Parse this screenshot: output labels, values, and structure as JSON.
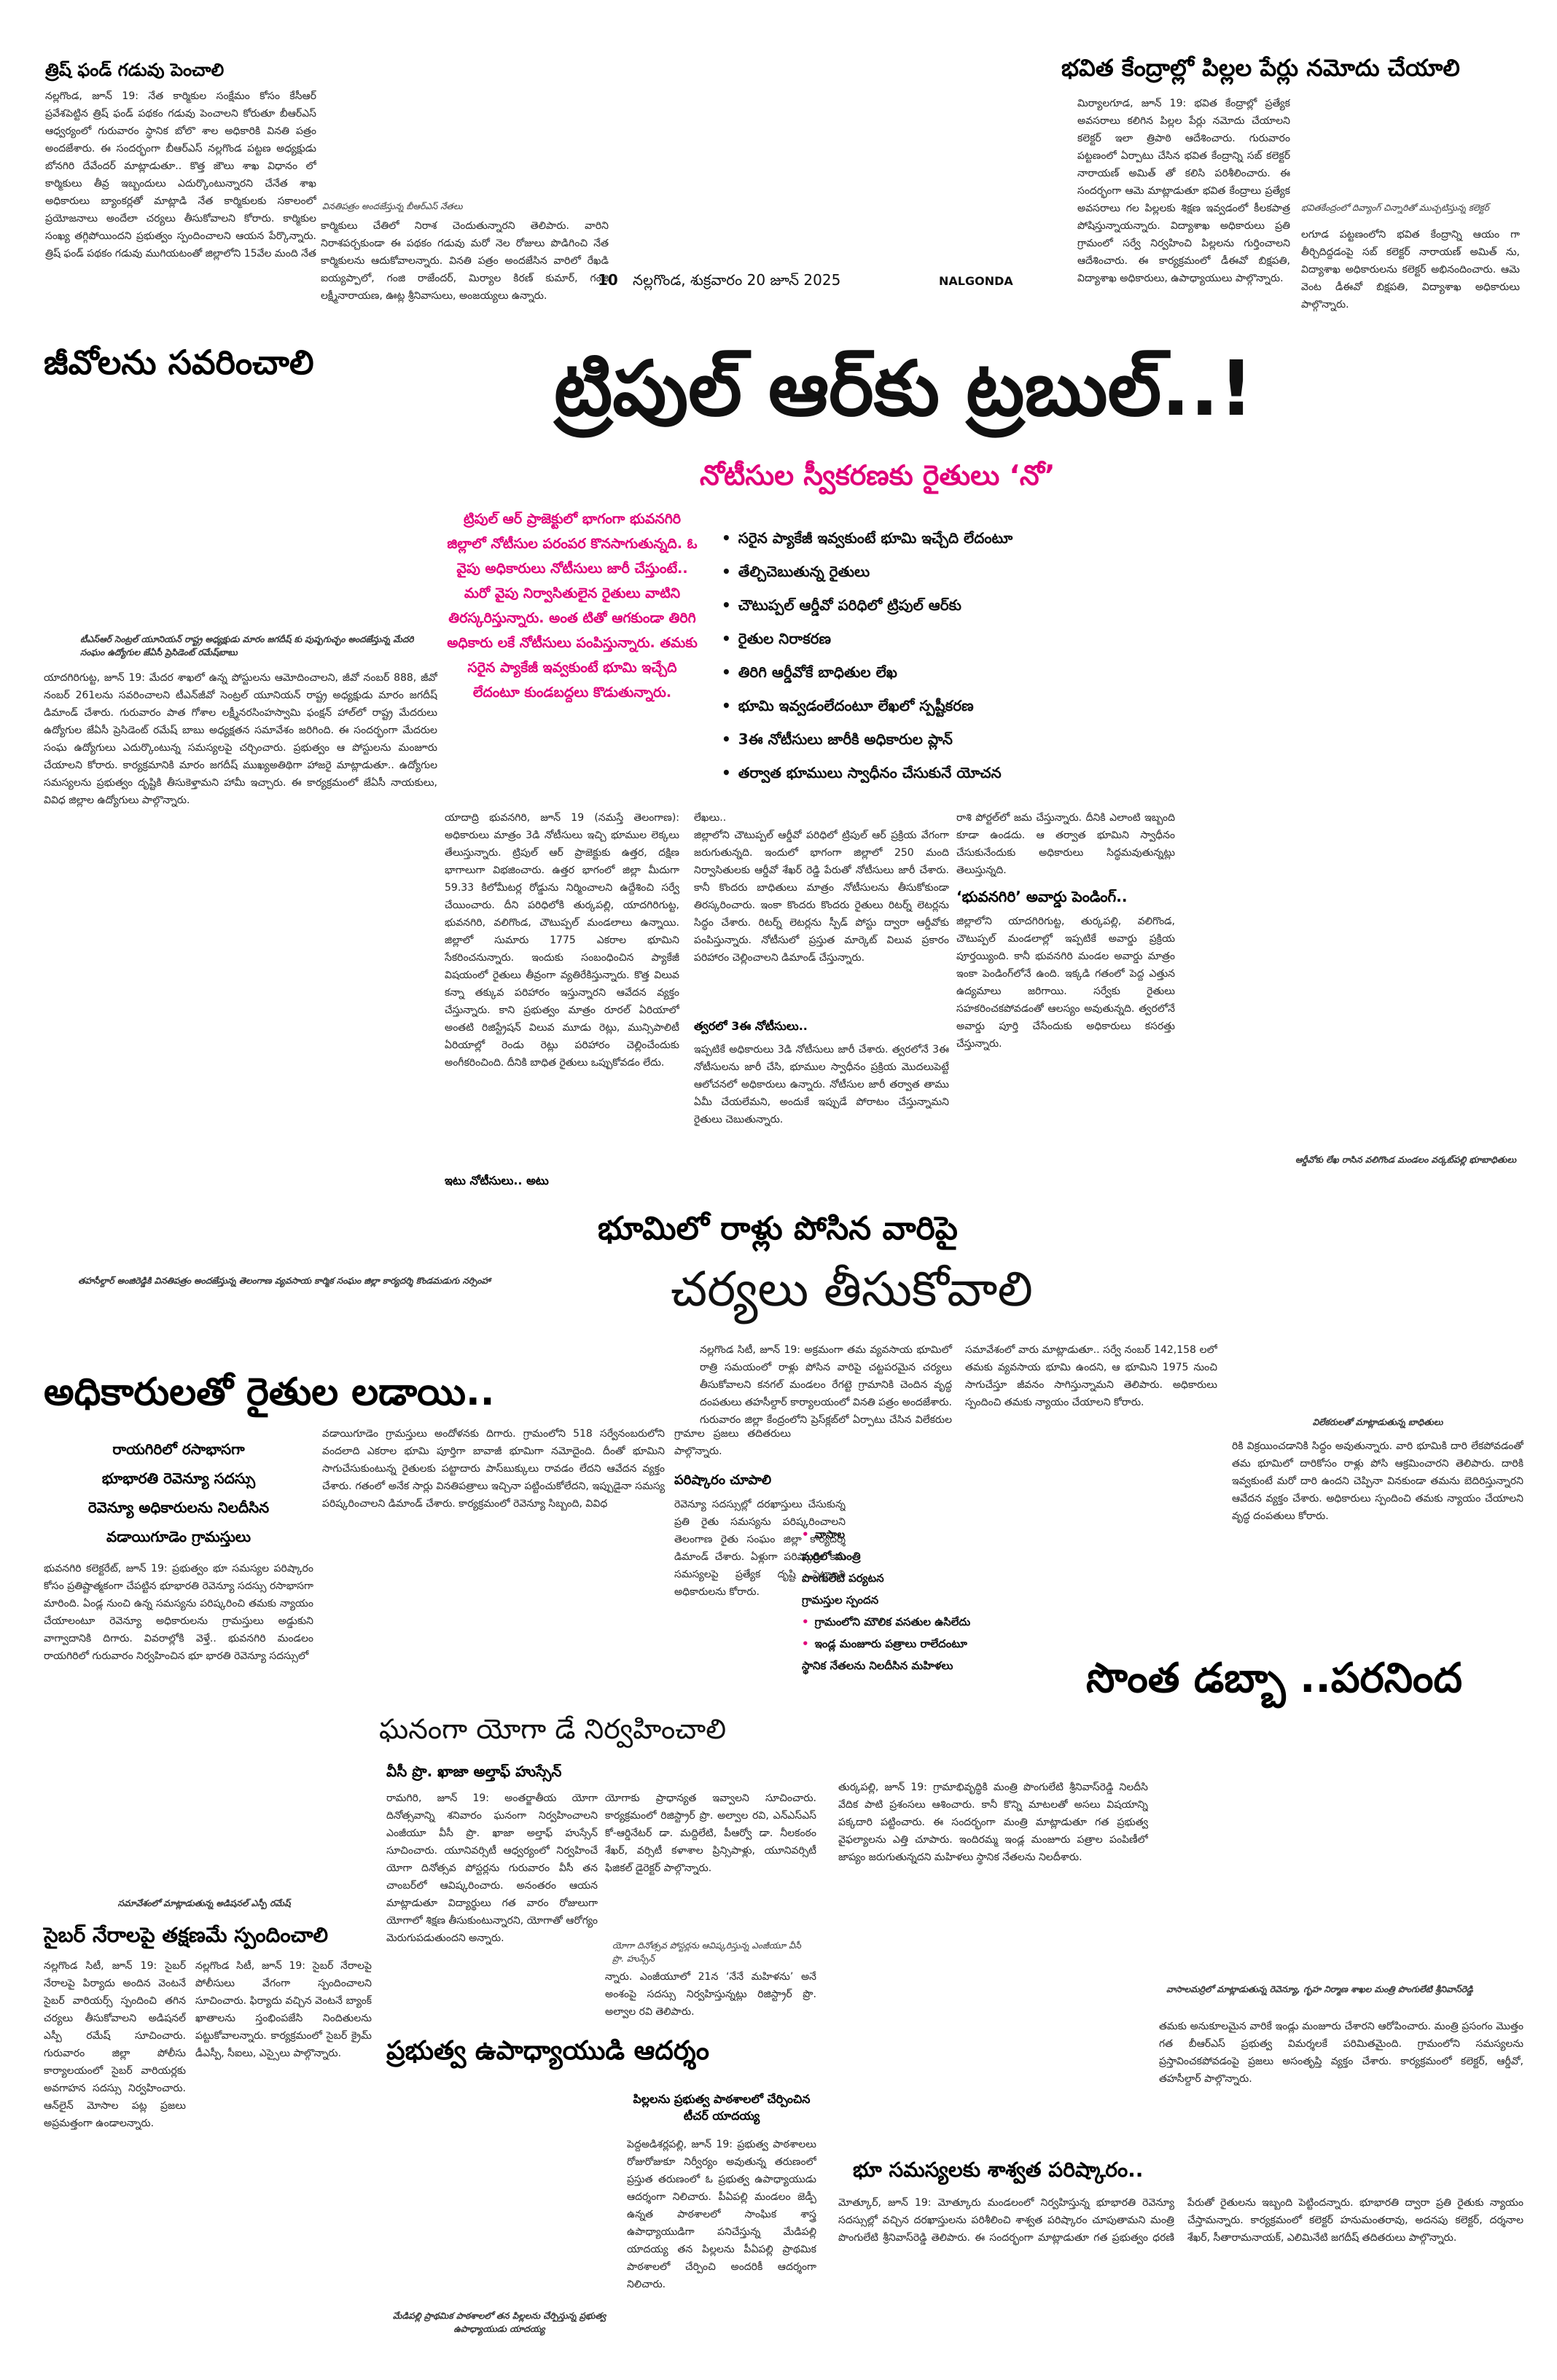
{
  "masthead": {
    "page_number": "10",
    "dateline": "నల్లగొండ, శుక్రవారం 20 జూన్ 2025",
    "edition": "NALGONDA"
  },
  "top_left": {
    "headline": "త్రిష్ ఫండ్ గడువు పెంచాలి",
    "body": "నల్లగొండ, జూన్ 19: నేత కార్మికుల సంక్షేమం కోసం కేసీఆర్ ప్రవేశపెట్టిన త్రిష్ ఫండ్ పథకం గడువు పెంచాలని కోరుతూ బీఆర్ఎస్ ఆధ్వర్యంలో గురువారం స్థానిక బోలొ శాల అధికారికి వినతి పత్రం అందజేశారు. ఈ సందర్భంగా బీఆర్ఎస్ నల్లగొండ పట్టణ అధ్యక్షుడు బోనగిరి దేవేందర్ మాట్లాడుతూ.. కొత్త జౌలు శాఖ విధానం లో కార్మికులు తీవ్ర ఇబ్బందులు ఎదుర్కొంటున్నారని చేనేత శాఖ అధికారులు బ్యాంకర్లతో మాట్లాడి నేత కార్మికులకు సకాలంలో ప్రయోజనాలు అందేలా చర్యలు తీసుకోవాలని కోరారు. కార్మికుల సంఖ్య తగ్గిపోయిందని ప్రభుత్వం స్పందించాలని ఆయన పేర్కొన్నారు. త్రిష్ ఫండ్ పథకం గడువు ముగియటంతో జిల్లాలోని 15వేల మంది నేత",
    "photo_caption": "వినతిపత్రం అందజేస్తున్న బీఆర్ఎస్ నేతలు",
    "body2": "కార్మికులు చేతిలో నిరాశ చెందుతున్నారని తెలిపారు. వారిని నిరాశపర్చకుండా ఈ పథకం గడువు మరో నెల రోజులు పొడిగించి నేత కార్మికులను ఆదుకోవాలన్నారు. వినతి పత్రం అందజేసిన వారిలో రేఖడి ఐయ్యప్పాలో, గంజి రాజేందర్, మిర్యాల కిరణ్ కుమార్, గంజి లక్ష్మీనారాయణ, ఊట్ల శ్రీనివాసులు, అంజయ్యలు ఉన్నారు."
  },
  "top_right": {
    "headline": "భవిత కేంద్రాల్లో పిల్లల పేర్లు నమోదు చేయాలి",
    "body": "మిర్యాలగూడ, జూన్ 19: భవిత కేంద్రాల్లో ప్రత్యేక అవసరాలు కలిగిన పిల్లల పేర్లు నమోదు చేయాలని కలెక్టర్ ఇలా త్రిపాఠి ఆదేశించారు. గురువారం పట్టణంలో ఏర్పాటు చేసిన భవిత కేంద్రాన్ని సబ్ కలెక్టర్ నారాయణ్ అమిత్ తో కలిసి పరిశీలించారు. ఈ సందర్భంగా ఆమె మాట్లాడుతూ భవిత కేంద్రాలు ప్రత్యేక అవసరాలు గల పిల్లలకు శిక్షణ ఇవ్వడంలో కీలకపాత్ర పోషిస్తున్నాయన్నారు. విద్యాశాఖ అధికారులు ప్రతి గ్రామంలో సర్వే నిర్వహించి పిల్లలను గుర్తించాలని ఆదేశించారు. ఈ కార్యక్రమంలో డీఈవో బిక్షపతి, విద్యాశాఖ అధికారులు, ఉపాధ్యాయులు పాల్గొన్నారు.",
    "photo_caption": "భవితకేంద్రంలో దివ్యాంగ్ చిన్నారితో ముచ్చటిస్తున్న కలెక్టర్",
    "body2": "లగూడ పట్టణంలోని భవిత కేంద్రాన్ని ఆయం గా తీర్చిదిద్దడంపై సబ్ కలెక్టర్ నారాయణ్ అమిత్ ను, విద్యాశాఖ అధికారులను కలెక్టర్ అభినందించారు. ఆమె వెంట డీఈవో బిక్షపతి, విద్యాశాఖ అధికారులు పాల్గొన్నారు."
  },
  "lead": {
    "kicker": "జీవోలను సవరించాలి",
    "headline": "ట్రిపుల్ ఆర్‌కు ట్రబుల్..!",
    "subhead": "నోటీసుల స్వీకరణకు రైతులు ‘నో’",
    "pink_box": "ట్రిపుల్ ఆర్ ప్రాజెక్టులో భాగంగా భువనగిరి జిల్లాలో నోటీసుల పరంపర కొనసాగుతున్నది. ఓ వైపు అధికారులు నోటీసులు జారీ చేస్తుంటే.. మరో వైపు నిర్వాసితులైన రైతులు వాటిని తిరస్కరిస్తున్నారు. అంత టితో ఆగకుండా తిరిగి అధికారు లకే నోటీసులు పంపిస్తున్నారు. తమకు సరైన ప్యాకేజీ ఇవ్వకుంటే భూమి ఇచ్చేది లేదంటూ కుండబద్దలు కొడుతున్నారు.",
    "bullets": [
      "సరైన ప్యాకేజీ ఇవ్వకుంటే భూమి ఇచ్చేది లేదంటూ",
      "తేల్చిచెబుతున్న రైతులు",
      "చౌటుప్పల్ ఆర్డీవో పరిధిలో ట్రిపుల్ ఆర్‌కు",
      "రైతుల నిరాకరణ",
      "తిరిగి ఆర్డీవోకే బాధితుల లేఖ",
      "భూమి ఇవ్వడంలేదంటూ లేఖలో స్పష్టీకరణ",
      "3ఈ నోటీసులు జారీకి అధికారుల ప్లాన్",
      "తర్వాత భూములు స్వాధీనం చేసుకునే యోచన"
    ],
    "col1": "యాదాద్రి భువనగిరి, జూన్ 19 (నమస్తే తెలంగాణ): అధికారులు మాత్రం 3డి నోటీసులు ఇచ్చి భూముల లెక్కలు తేలుస్తున్నారు. ట్రిపుల్ ఆర్ ప్రాజెక్టుకు ఉత్తర, దక్షిణ భాగాలుగా విభజించారు. ఉత్తర భాగంలో జిల్లా మీదుగా 59.33 కిలోమీటర్ల రోడ్డును నిర్మించాలని ఉద్దేశించి సర్వే చేయించారు. దీని పరిధిలోకి తుర్కపల్లి, యాదగిరిగుట్ట, భువనగిరి, వలిగొండ, చౌటుప్పల్ మండలాలు ఉన్నాయి. జిల్లాలో సుమారు 1775 ఎకరాల భూమిని సేకరించనున్నారు. ఇందుకు సంబంధించిన ప్యాకేజీ విషయంలో రైతులు తీవ్రంగా వ్యతిరేకిస్తున్నారు. కొత్త విలువ కన్నా తక్కువ పరిహారం ఇస్తున్నారని ఆవేదన వ్యక్తం చేస్తున్నారు. కాని ప్రభుత్వం మాత్రం రూరల్ ఏరియాలో అంతటి రిజిస్ట్రేషన్ విలువ మూడు రెట్లు, మున్సిపాలిటీ ఏరియాల్లో రెండు రెట్లు పరిహారం చెల్లించేందుకు అంగీకరించింది. దీనికి బాధిత రైతులు ఒప్పుకోవడం లేదు.",
    "col1_sub": "ఇటు నోటీసులు.. అటు",
    "col2": "లేఖలు..\nజిల్లాలోని చౌటుప్పల్ ఆర్డీవో పరిధిలో ట్రిపుల్ ఆర్ ప్రక్రియ వేగంగా జరుగుతున్నది. ఇందులో భాగంగా జిల్లాలో 250 మంది నిర్వాసితులకు ఆర్డీవో శేఖర్ రెడ్డి పేరుతో నోటీసులు జారీ చేశారు. కానీ కొందరు బాధితులు మాత్రం నోటీసులను తీసుకోకుండా తిరస్కరించారు. ఇంకా కొందరు కొందరు రైతులు రిటర్న్ లెటర్లను సిద్ధం చేశారు. రిటర్న్ లెటర్లను స్పీడ్ పోస్టు ద్వారా ఆర్డీవోకు పంపిస్తున్నారు. నోటీసులో ప్రస్తుత మార్కెట్ విలువ ప్రకారం పరిహారం చెల్లించాలని డిమాండ్ చేస్తున్నారు.",
    "col2_sub": "త్వరలో 3ఈ నోటీసులు..",
    "col2b": "ఇప్పటికే అధికారులు 3డి నోటీసులు జారీ చేశారు. త్వరలోనే 3ఈ నోటీసులను జారీ చేసి, భూముల స్వాధీనం ప్రక్రియ మొదలుపెట్టే ఆలోచనలో అధికారులు ఉన్నారు. నోటీసుల జారీ తర్వాత తాము ఏమీ చేయలేమని, అందుకే ఇప్పుడే పోరాటం చేస్తున్నామని రైతులు చెబుతున్నారు.",
    "col3": "రాశి పోర్టల్‌లో జమ చేస్తున్నారు. దీనికి ఎలాంటి ఇబ్బంది కూడా ఉండదు. ఆ తర్వాత భూమిని స్వాధీనం చేసుకునేందుకు అధికారులు సిద్ధమవుతున్నట్లు తెలుస్తున్నది.",
    "col3_sub": "‘భువనగిరి’ అవార్డు పెండింగ్..",
    "col3b": "జిల్లాలోని యాదగిరిగుట్ట, తుర్కపల్లి, వలిగొండ, చౌటుప్పల్ మండలాల్లో ఇప్పటికే అవార్డు ప్రక్రియ పూర్తయ్యింది. కానీ భువనగిరి మండల అవార్డు మాత్రం ఇంకా పెండింగ్‌లోనే ఉంది. ఇక్కడి గతంలో పెద్ద ఎత్తున ఉద్యమాలు జరిగాయి. సర్వేకు రైతులు సహకరించకపోవడంతో ఆలస్యం అవుతున్నది. త్వరలోనే అవార్డు పూర్తి చేసేందుకు అధికారులు కసరత్తు చేస్తున్నారు.",
    "col3_caption": "ఆర్డీవోకు లేఖ రాసిన వలిగొండ మండలం వర్కట్‌పల్లి భూబాధితులు",
    "left_caption": "టీఎస్‌ఆర్ సెంట్రల్ యూనియన్ రాష్ట్ర అధ్యక్షుడు మారం జగదీష్ కు పుష్పగుచ్ఛం అందజేస్తున్న మేదరి సంఘం ఉద్యోగుల జేఏసీ ప్రెసిడెంట్ రమేష్‌బాబు",
    "left_body": "యాదగిరిగుట్ట, జూన్ 19: మేదర శాఖలో ఉన్న పోస్టులను ఆమోదించాలని, జీవో నంబర్ 888, జీవో నంబర్ 261లను సవరించాలని టీఎన్‌జీవో సెంట్రల్ యూనియన్ రాష్ట్ర అధ్యక్షుడు మారం జగదీష్ డిమాండ్ చేశారు. గురువారం పాత గోశాల లక్ష్మీనరసింహస్వామి ఫంక్షన్ హాల్‌లో రాష్ట్ర మేదరులు ఉద్యోగుల జేఏసీ ప్రెసిడెంట్ రమేష్ బాబు అధ్యక్షతన సమావేశం జరిగింది. ఈ సందర్భంగా మేదరుల సంఘ ఉద్యోగులు ఎదుర్కొంటున్న సమస్యలపై చర్చించారు. ప్రభుత్వం ఆ పోస్టులను మంజూరు చేయాలని కోరారు. కార్యక్రమానికి మారం జగదీష్ ముఖ్యఅతిథిగా హాజరై మాట్లాడుతూ.. ఉద్యోగుల సమస్యలను ప్రభుత్వం దృష్టికి తీసుకెళ్తామని హామీ ఇచ్చారు. ఈ కార్యక్రమంలో జేఏసీ నాయకులు, వివిధ జిల్లాల ఉద్యోగులు పాల్గొన్నారు."
  },
  "mid_story": {
    "headline_line1": "భూమిలో రాళ్లు పోసిన వారిపై",
    "headline_line2": "చర్యలు తీసుకోవాలి",
    "photo_caption": "తహసీల్దార్ అంజిరెడ్డికి వినతిపత్రం అందజేస్తున్న తెలంగాణ వ్యవసాయ కార్మిక సంఘం జిల్లా కార్యదర్శి కొండమడుగు నర్సింహా",
    "body": "నల్లగొండ సిటీ, జూన్ 19: అక్రమంగా తమ వ్యవసాయ భూమిలో రాత్రి సమయంలో రాళ్లు పోసిన వారిపై చట్టపరమైన చర్యలు తీసుకోవాలని కనగల్ మండలం రేగట్టె గ్రామానికి చెందిన వృద్ధ దంపతులు తహసీల్దార్ కార్యాలయంలో వినతి పత్రం అందజేశారు. గురువారం జిల్లా కేంద్రంలోని ప్రెస్‌క్లబ్‌లో ఏర్పాటు చేసిన విలేకరుల సమావేశంలో వారు మాట్లాడుతూ.. సర్వే నంబర్ 142,158 లలో తమకు వ్యవసాయ భూమి ఉందని, ఆ భూమిని 1975 నుంచి సాగుచేస్తూ జీవనం సాగిస్తున్నామని తెలిపారు. అధికారులు స్పందించి తమకు న్యాయం చేయాలని కోరారు.",
    "right_caption": "విలేకరులతో మాట్లాడుతున్న బాధితులు",
    "right_body": "రికి విక్రయించడానికి సిద్ధం అవుతున్నారు. వారి భూమికి దారి లేకపోవడంతో తమ భూమిలో దారికోసం రాళ్లు పోసి ఆక్రమించారని తెలిపారు. దారికి ఇవ్వకుంటే మరో దారి ఉందని చెప్పినా వినకుండా తమను బెదిరిస్తున్నారని ఆవేదన వ్యక్తం చేశారు. అధికారులు స్పందించి తమకు న్యాయం చేయాలని వృద్ధ దంపతులు కోరారు."
  },
  "farmers_story": {
    "headline": "అధికారులతో రైతుల లడాయి..",
    "deck": "రాయగిరిలో రసాభాసగా\nభూభారతి రెవెన్యూ సదస్సు\nరెవెన్యూ అధికారులను నిలదీసిన\nవడాయిగూడెం గ్రామస్తులు",
    "col1": "భువనగిరి కలెక్టరేట్, జూన్ 19: ప్రభుత్వం భూ సమస్యల పరిష్కారం కోసం ప్రతిష్టాత్మకంగా చేపట్టిన భూభారతి రెవెన్యూ సదస్సు రసాభాసగా మారింది. ఏండ్ల నుంచి ఉన్న సమస్యను పరిష్కరించి తమకు న్యాయం చేయాలంటూ రెవెన్యూ అధికారులను గ్రామస్తులు అడ్డుకుని వాగ్వాదానికి దిగారు. వివరాల్లోకి వెళ్తే.. భువనగిరి మండలం రాయగిరిలో గురువారం నిర్వహించిన భూ భారతి రెవెన్యూ సదస్సులో",
    "col2": "వడాయిగూడెం గ్రామస్తులు అందోళనకు దిగారు. గ్రామంలోని 518 సర్వేనంబరులోని వందలాది ఎకరాల భూమి పూర్తిగా బావాజీ భూమిగా నమోదైంది. దీంతో భూమిని సాగుచేసుకుంటున్న రైతులకు పట్టాదారు పాస్‌బుక్కులు రావడం లేదని ఆవేదన వ్యక్తం చేశారు. గతంలో అనేక సార్లు వినతిపత్రాలు ఇచ్చినా పట్టించుకోలేదని, ఇప్పుడైనా సమస్య పరిష్కరించాలని డిమాండ్ చేశారు. కార్యక్రమంలో రెవెన్యూ సిబ్బంది, వివిధ",
    "col3": "గ్రామాల ప్రజలు తదితరులు పాల్గొన్నారు.",
    "col3_sub": "పరిష్కారం చూపాలి",
    "col3b": "రెవెన్యూ సదస్సుల్లో దరఖాస్తులు చేసుకున్న ప్రతి రైతు సమస్యను పరిష్కరించాలని తెలంగాణ రైతు సంఘం జిల్లా కార్యదర్శి డిమాండ్ చేశారు. ఏళ్లుగా పరిష్కారం కాని సమస్యలపై ప్రత్యేక దృష్టి పెట్టాలని అధికారులను కోరారు."
  },
  "minister_story": {
    "bullets": [
      "వాసాల",
      "మర్రిలో మంత్రి",
      "పొంగులేటి పర్యటన",
      "గ్రామస్తుల స్పందన",
      "గ్రామంలోని మౌలిక వసతుల ఉసిలేదు",
      "ఇండ్ల మంజూరు పత్రాలు రాలేదంటూ",
      "స్థానిక నేతలను నిలదీసిన మహిళలు"
    ],
    "headline": "సొంత డబ్బా ..పరనింద",
    "body": "తుర్కపల్లి, జూన్ 19: గ్రామాభివృద్ధికి మంత్రి పొంగులేటి శ్రీనివాస్‌రెడ్డి నిలదీసి వేదిక పాటి ప్రశంసలు ఆశించారు. కానీ కొన్ని మాటలతో అసలు విషయాన్ని పక్కదారి పట్టించారు. ఈ సందర్భంగా మంత్రి మాట్లాడుతూ గత ప్రభుత్వ వైఫల్యాలను ఎత్తి చూపారు. ఇందిరమ్మ ఇండ్ల మంజూరు పత్రాల పంపిణీలో జాప్యం జరుగుతున్నదని మహిళలు స్థానిక నేతలను నిలదీశారు.",
    "photo_caption": "వాసాలమర్రిలో మాట్లాడుతున్న రెవెన్యూ, గృహ నిర్మాణ శాఖల మంత్రి పొంగులేటి శ్రీనివాస్‌రెడ్డి",
    "body2": "తమకు అనుకూలమైన వారికే ఇండ్లు మంజూరు చేశారని ఆరోపించారు. మంత్రి ప్రసంగం మొత్తం గత బీఆర్ఎస్ ప్రభుత్వ విమర్శలకే పరిమితమైంది. గ్రామంలోని సమస్యలను ప్రస్తావించకపోవడంపై ప్రజలు అసంతృప్తి వ్యక్తం చేశారు. కార్యక్రమంలో కలెక్టర్, ఆర్డీవో, తహసీల్దార్ పాల్గొన్నారు."
  },
  "land_story": {
    "headline": "భూ సమస్యలకు శాశ్వత పరిష్కారం..",
    "body": "మోత్కూర్, జూన్ 19: మోత్కూరు మండలంలో నిర్వహిస్తున్న భూభారతి రెవెన్యూ సదస్సుల్లో వచ్చిన దరఖాస్తులను పరిశీలించి శాశ్వత పరిష్కారం చూపుతామని మంత్రి పొంగులేటి శ్రీనివాస్‌రెడ్డి తెలిపారు. ఈ సందర్భంగా మాట్లాడుతూ గత ప్రభుత్వం ధరణి పేరుతో రైతులను ఇబ్బంది పెట్టిందన్నారు. భూభారతి ద్వారా ప్రతి రైతుకు న్యాయం చేస్తామన్నారు. కార్యక్రమంలో కలెక్టర్ హనుమంతరావు, అదనపు కలెక్టర్, దర్శనాల శేఖర్, సీతారామనాయక్, ఎలిమినేటి జగదీష్ తదితరులు పాల్గొన్నారు."
  },
  "yoga_story": {
    "headline": "ఘనంగా యోగా డే నిర్వహించాలి",
    "byline": "వీసీ ప్రొ. ఖాజా అల్తాఫ్ హుస్సేన్",
    "body": "రామగిరి, జూన్ 19: అంతర్జాతీయ యోగా దినోత్సవాన్ని శనివారం ఘనంగా నిర్వహించాలని ఎంజీయూ వీసీ ప్రొ. ఖాజా అల్తాఫ్ హుస్సేన్ సూచించారు. యూనివర్సిటీ ఆధ్వర్యంలో నిర్వహించే యోగా దినోత్సవ పోస్టర్లను గురువారం వీసీ తన చాంబర్‌లో ఆవిష్కరించారు. అనంతరం ఆయన మాట్లాడుతూ విద్యార్థులు గత వారం రోజులుగా యోగాలో శిక్షణ తీసుకుంటున్నారని, యోగాతో ఆరోగ్యం మెరుగుపడుతుందని అన్నారు.",
    "body2": "యోగాకు ప్రాధాన్యత ఇవ్వాలని సూచించారు. కార్యక్రమంలో రిజిస్ట్రార్ ప్రొ. అల్వాల రవి, ఎన్‌ఎస్‌ఎస్ కో-ఆర్డినేటర్ డా. మద్దిలేటి, పీఆర్వో డా. నీలకంఠం శేఖర్, వర్సిటీ కళాశాల ప్రిన్సిపాళ్లు, యూనివర్సిటీ ఫిజికల్ డైరెక్టర్ పాల్గొన్నారు.",
    "photo_caption": "యోగా దినోత్సవ పోస్టర్లను ఆవిష్కరిస్తున్న ఎంజీయూ వీసీ ప్రొ. హుస్సేన్",
    "body3": "న్నారు. ఎంజీయూలో 21న ‘నేనే మహిళను’ అనే అంశంపై సదస్సు నిర్వహిస్తున్నట్లు రిజిస్ట్రార్ ప్రొ. అల్వాల రవి తెలిపారు."
  },
  "cyber_story": {
    "photo_caption": "సమావేశంలో మాట్లాడుతున్న అడిషనల్ ఎస్పీ రమేష్",
    "headline": "సైబర్ నేరాలపై తక్షణమే స్పందించాలి",
    "body": "నల్లగొండ సిటీ, జూన్ 19: సైబర్ నేరాలపై పిర్యాదు అందిన వెంటనే సైబర్ వారియర్స్ స్పందించి తగిన చర్యలు తీసుకోవాలని అడిషనల్ ఎస్పీ రమేష్ సూచించారు. గురువారం జిల్లా పోలీసు కార్యాలయంలో సైబర్ వారియర్లకు అవగాహన సదస్సు నిర్వహించారు. ఆన్‌లైన్ మోసాల పట్ల ప్రజలు అప్రమత్తంగా ఉండాలన్నారు.",
    "body2": "నల్లగొండ సిటీ, జూన్ 19: సైబర్ నేరాలపై పోలీసులు వేగంగా స్పందించాలని సూచించారు. ఫిర్యాదు వచ్చిన వెంటనే బ్యాంక్ ఖాతాలను స్తంభింపజేసి నిందితులను పట్టుకోవాలన్నారు. కార్యక్రమంలో సైబర్ క్రైమ్ డీఎస్పీ, సీఐలు, ఎస్సైలు పాల్గొన్నారు."
  },
  "teacher_story": {
    "headline": "ప్రభుత్వ ఉపాధ్యాయుడి ఆదర్శం",
    "deck": "పిల్లలను ప్రభుత్వ పాఠశాలలో చేర్పించిన టీచర్ యాదయ్య",
    "body": "పెద్దఅడిశర్లపల్లి, జూన్ 19: ప్రభుత్వ పాఠశాలలు రోజురోజుకూ నిర్వీర్యం అవుతున్న తరుణంలో ప్రస్తుత తరుణంలో ఓ ప్రభుత్వ ఉపాధ్యాయుడు ఆదర్శంగా నిలిచారు. పీఏపల్లి మండలం జెడ్పీ ఉన్నత పాఠశాలలో సాంఘిక శాస్త్ర ఉపాధ్యాయుడిగా పనిచేస్తున్న మేడిపల్లి యాదయ్య తన పిల్లలను పీఏపల్లి ప్రాథమిక పాఠశాలలో చేర్పించి అందరికీ ఆదర్శంగా నిలిచారు.",
    "photo_caption": "మేడిపల్లి ప్రాథమిక పాఠశాలలో తన పిల్లలను చేర్పిస్తున్న ప్రభుత్వ ఉపాధ్యాయుడు యాదయ్య"
  }
}
